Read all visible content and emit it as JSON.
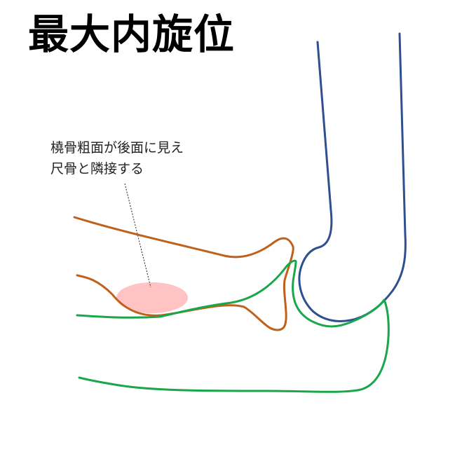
{
  "title": "最大内旋位",
  "annotation": {
    "line1": "橈骨粗面が後面に見え",
    "line2": "尺骨と隣接する"
  },
  "colors": {
    "humerus": "#2f4f8f",
    "radius": "#c0601a",
    "ulna": "#1aa64a",
    "tuberosity_highlight": "#ffb8b8",
    "leader_line": "#222222"
  },
  "structures": [
    {
      "name": "humerus-outline",
      "color_key": "humerus"
    },
    {
      "name": "radius-outline",
      "color_key": "radius"
    },
    {
      "name": "ulna-outline",
      "color_key": "ulna"
    },
    {
      "name": "radial-tuberosity-highlight",
      "color_key": "tuberosity_highlight"
    }
  ]
}
